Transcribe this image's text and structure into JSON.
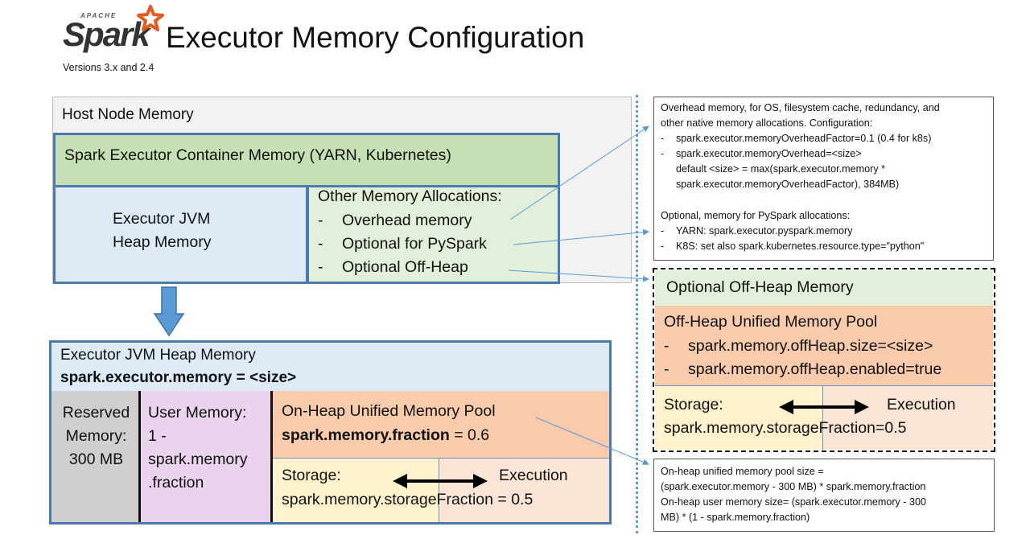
{
  "header": {
    "logo_top": "APACHE",
    "logo_word": "Spark",
    "title": "Executor Memory Configuration",
    "subtitle": "Versions 3.x and 2.4"
  },
  "host": {
    "label": "Host Node Memory",
    "container_label": "Spark Executor Container Memory (YARN, Kubernetes)",
    "jvm_line1": "Executor JVM",
    "jvm_line2": "Heap Memory",
    "other_title": "Other Memory Allocations:",
    "other_items": [
      "Overhead memory",
      "Optional for PySpark",
      "Optional Off-Heap"
    ]
  },
  "heap": {
    "label": "Executor JVM Heap Memory",
    "config_key": "spark.executor.memory",
    "config_value": " = <size>",
    "reserved": [
      "Reserved",
      "Memory:",
      "300 MB"
    ],
    "user": [
      "User Memory:",
      "1 -",
      "spark.memory",
      ".fraction"
    ],
    "pool_title": "On-Heap Unified Memory Pool",
    "pool_key": "spark.memory.fraction",
    "pool_value": " = 0.6",
    "storage": "Storage:",
    "execution": "Execution",
    "storage_fraction": "spark.memory.storageFraction = 0.5"
  },
  "overhead_note": {
    "lines": [
      "Overhead memory,  for OS, filesystem cache, redundancy, and",
      "other native memory  allocations. Configuration:",
      "spark.executor.memoryOverheadFactor=0.1  (0.4 for k8s)",
      "spark.executor.memoryOverhead=<size>",
      "default <size> = max(spark.executor.memory  *",
      "spark.executor.memoryOverheadFactor),  384MB)",
      "Optional, memory for PySpark allocations:",
      "YARN: spark.executor.pyspark.memory",
      "K8S: set also spark.kubernetes.resource.type=\"python\""
    ],
    "dash": "-"
  },
  "offheap": {
    "title": "Optional Off-Heap Memory",
    "pool_title": "Off-Heap Unified Memory Pool",
    "items": [
      "spark.memory.offHeap.size=<size>",
      "spark.memory.offHeap.enabled=true"
    ],
    "storage": "Storage:",
    "execution": "Execution",
    "storage_fraction": "spark.memory.storageFraction=0.5"
  },
  "pool_note": {
    "lines": [
      "On-heap unified memory pool size =",
      "(spark.executor.memory  - 300 MB) * spark.memory.fraction",
      "On-heap user memory  size= (spark.executor.memory  - 300",
      "MB) * (1 - spark.memory.fraction)"
    ]
  },
  "colors": {
    "border_blue": "#4a79b0",
    "green_fill": "#c5e0b4",
    "heap_blue": "#deebf7",
    "orange_pool": "#f8cbad",
    "storage_yellow": "#fff2cc",
    "execution_peach": "#fbe5d6",
    "user_pink": "#ead3ec",
    "reserved_gray": "#d0cece",
    "arrow_blue": "#5b9bd5",
    "logo_orange": "#e25a1c"
  }
}
